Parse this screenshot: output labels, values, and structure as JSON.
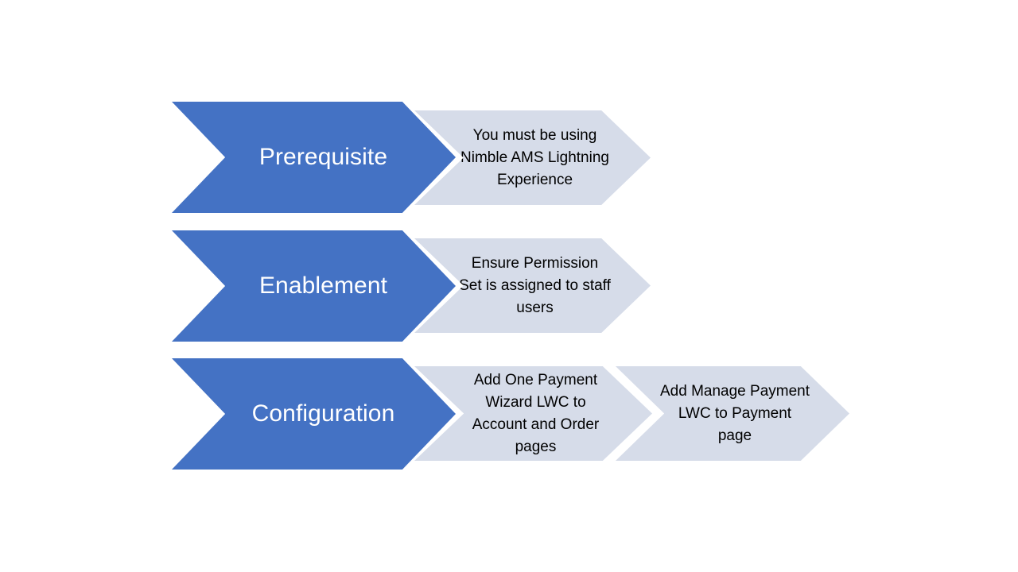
{
  "diagram": {
    "type": "process-chevron-flow",
    "colors": {
      "stage_fill": "#4472C4",
      "stage_text": "#FFFFFF",
      "step_fill": "#D6DCE9",
      "step_text": "#000000",
      "background": "#FFFFFF"
    },
    "rows": [
      {
        "stage": "Prerequisite",
        "steps": [
          "You must be using Nimble AMS Lightning Experience"
        ]
      },
      {
        "stage": "Enablement",
        "steps": [
          "Ensure Permission Set is assigned to staff users"
        ]
      },
      {
        "stage": "Configuration",
        "steps": [
          "Add One Payment Wizard LWC to Account and Order pages",
          "Add Manage Payment LWC to Payment page"
        ]
      }
    ]
  }
}
